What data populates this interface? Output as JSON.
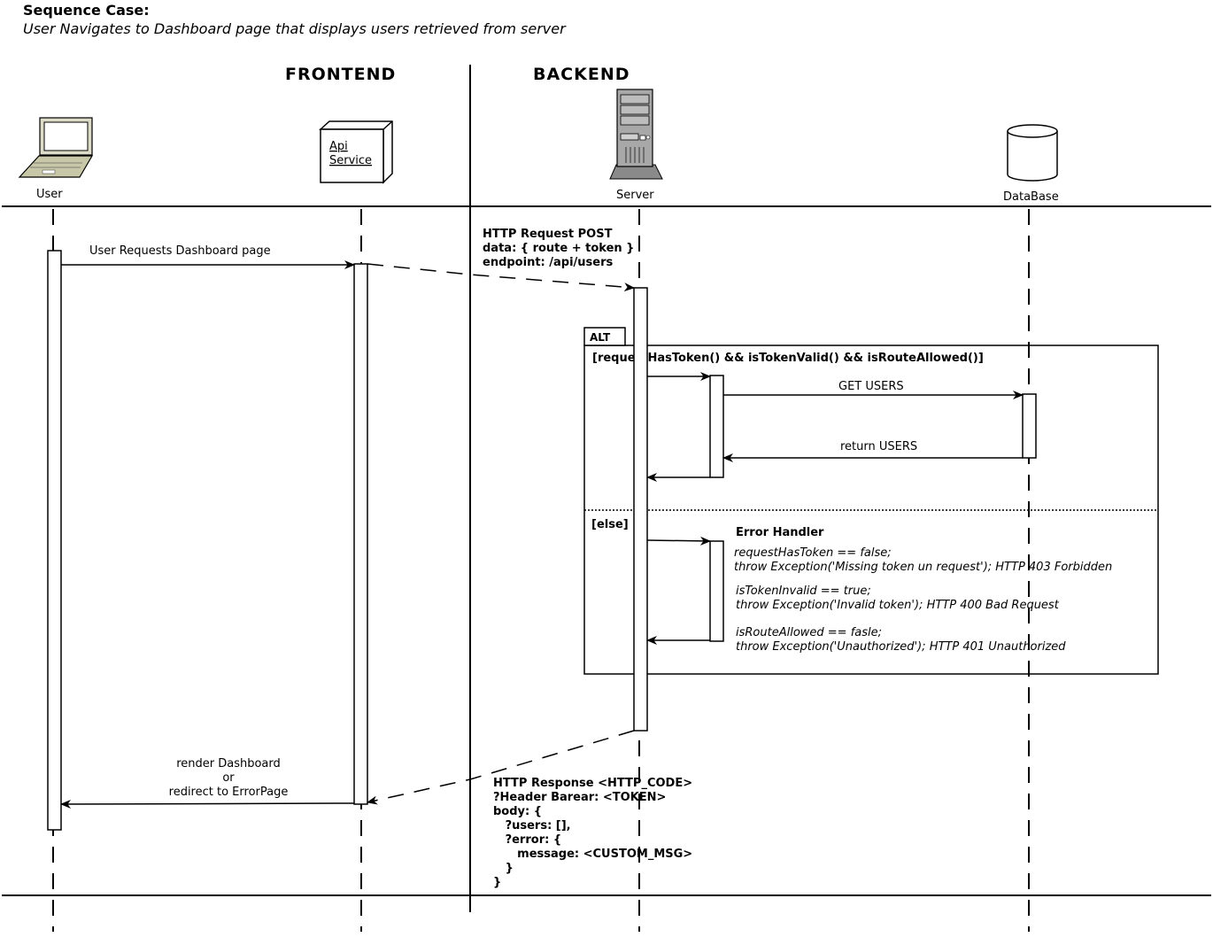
{
  "header": {
    "title": "Sequence Case:",
    "subtitle": "User Navigates to Dashboard page that displays users retrieved from server"
  },
  "sections": {
    "frontend": "FRONTEND",
    "backend": "BACKEND"
  },
  "actors": {
    "user": {
      "label": "User",
      "icon": "laptop-icon"
    },
    "api": {
      "label_line1": "Api",
      "label_line2": "Service",
      "icon": "component-box-icon"
    },
    "server": {
      "label": "Server",
      "icon": "server-tower-icon"
    },
    "database": {
      "label": "DataBase",
      "icon": "database-cylinder-icon"
    }
  },
  "messages": {
    "user_request": "User Requests Dashboard page",
    "http_request": [
      "HTTP Request POST",
      "data: { route + token }",
      "endpoint: /api/users"
    ],
    "get_users": "GET USERS",
    "return_users": "return USERS",
    "render": [
      "render Dashboard",
      "or",
      "redirect to ErrorPage"
    ],
    "http_response": [
      "HTTP Response <HTTP_CODE>",
      "?Header Barear: <TOKEN>",
      "body: {",
      "   ?users: [],",
      "   ?error: {",
      "      message: <CUSTOM_MSG>",
      "   }",
      "}"
    ]
  },
  "alt": {
    "label": "ALT",
    "guard": "[requestHasToken() && isTokenValid() && isRouteAllowed()]",
    "else_guard": "[else]",
    "error_title": "Error Handler",
    "error_lines": [
      "requestHasToken == false;",
      "throw Exception('Missing token un request'); HTTP 403 Forbidden",
      "isTokenInvalid == true;",
      "throw Exception('Invalid token'); HTTP 400 Bad Request",
      "isRouteAllowed == fasle;",
      "throw Exception('Unauthorized'); HTTP 401 Unauthorized"
    ]
  },
  "colors": {
    "line": "#000000",
    "server_body": "#a8a8a8",
    "laptop_body": "#c8c8a8"
  }
}
